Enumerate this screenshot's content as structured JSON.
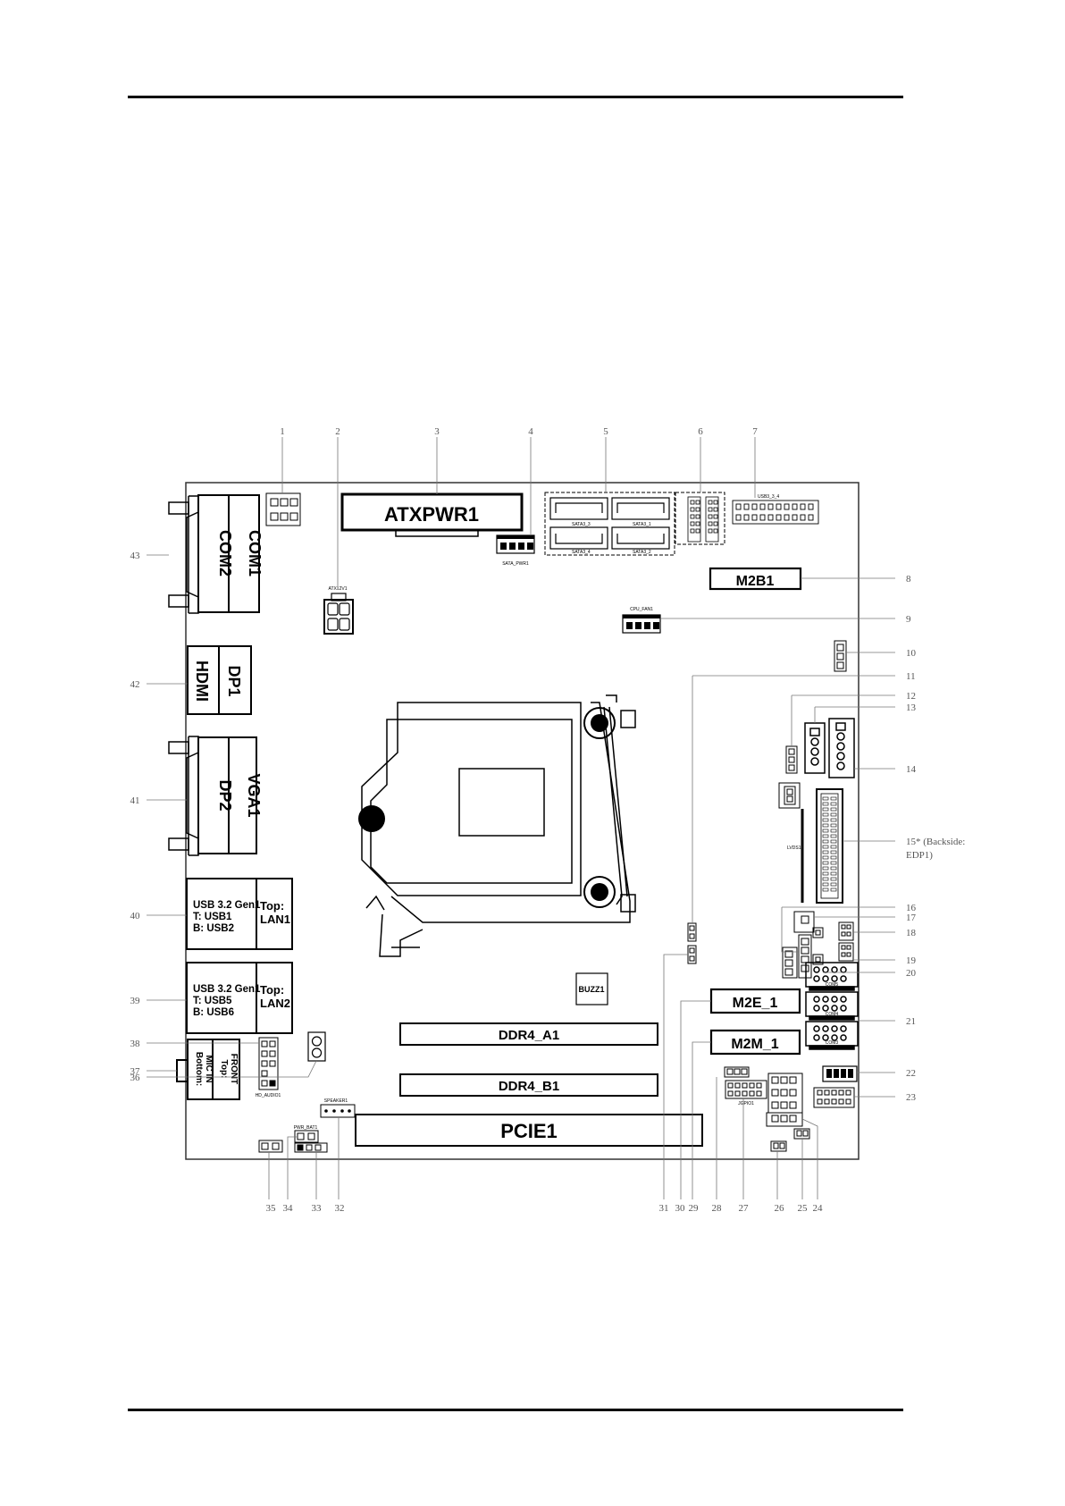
{
  "components": {
    "atxpwr1": "ATXPWR1",
    "com1": "COM1",
    "com2": "COM2",
    "m2b1": "M2B1",
    "hdmi": "HDMI",
    "dp1": "DP1",
    "dp2": "DP2",
    "vga1": "VGA1",
    "usb_a_1": "USB 3.2 Gen1",
    "usb_a_2": "T: USB1",
    "usb_a_3": "B: USB2",
    "lan1_1": "Top:",
    "lan1_2": "LAN1",
    "usb_b_1": "USB 3.2 Gen1",
    "usb_b_2": "T: USB5",
    "usb_b_3": "B: USB6",
    "lan2_1": "Top:",
    "lan2_2": "LAN2",
    "audio_1": "Bottom:",
    "audio_2": "MIC IN",
    "audio_3": "Top:",
    "audio_4": "FRONT",
    "buzz1": "BUZZ1",
    "ddr4_a1": "DDR4_A1",
    "ddr4_b1": "DDR4_B1",
    "pcie1": "PCIE1",
    "m2e_1": "M2E_1",
    "m2m_1": "M2M_1",
    "lvds1": "LVDS1",
    "sata3_3": "SATA3_3",
    "sata3_1": "SATA3_1",
    "sata3_4": "SATA3_4",
    "sata3_2": "SATA3_2",
    "sata_pwr1": "SATA_PWR1",
    "atx12v1": "ATX12V1",
    "cpu_fan1": "CPU_FAN1",
    "usb3_3_4": "USB3_3_4",
    "speaker1": "SPEAKER1",
    "jfp1": "JGPIO1",
    "hd_audio1": "HD_AUDIO1",
    "pwr_bat1": "PWR_BAT1",
    "com3": "COM3",
    "com4": "COM4",
    "com5": "COM5"
  },
  "callouts": {
    "c1": "1",
    "c2": "2",
    "c3": "3",
    "c4": "4",
    "c5": "5",
    "c6": "6",
    "c7": "7",
    "c8": "8",
    "c9": "9",
    "c10": "10",
    "c11": "11",
    "c12": "12",
    "c13": "13",
    "c14": "14",
    "c15a": "15* (Backside:",
    "c15b": "EDP1)",
    "c16": "16",
    "c17": "17",
    "c18": "18",
    "c19": "19",
    "c20": "20",
    "c21": "21",
    "c22": "22",
    "c23": "23",
    "c24": "24",
    "c25": "25",
    "c26": "26",
    "c27": "27",
    "c28": "28",
    "c29": "29",
    "c30": "30",
    "c31": "31",
    "c32": "32",
    "c33": "33",
    "c34": "34",
    "c35": "35",
    "c36": "36",
    "c37": "37",
    "c38": "38",
    "c39": "39",
    "c40": "40",
    "c41": "41",
    "c42": "42",
    "c43": "43"
  }
}
